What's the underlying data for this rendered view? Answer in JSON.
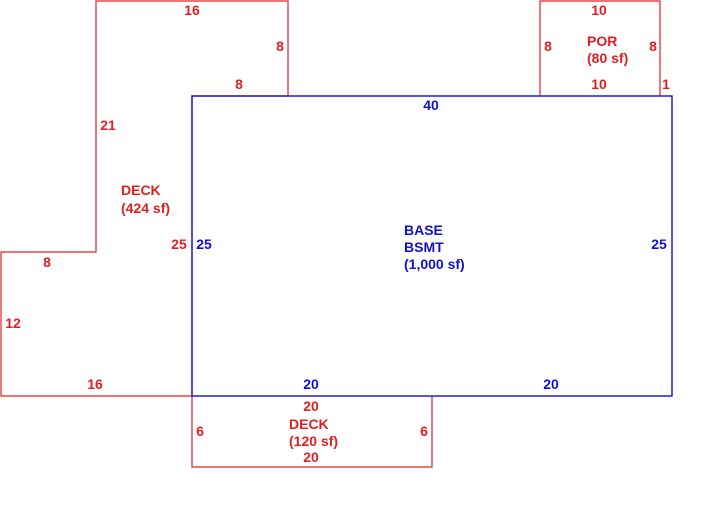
{
  "colors": {
    "red": "#e02020",
    "blue": "#1010d0",
    "background": "#ffffff"
  },
  "areas": {
    "deck_left": {
      "name": "DECK",
      "area": "(424 sf)",
      "dims": {
        "top": "16",
        "right_upper": "8",
        "bottom_upper": "8",
        "left_upper": "21",
        "middle_right": "25",
        "step": "8",
        "left_lower": "12",
        "bottom": "16"
      }
    },
    "porch": {
      "name": "POR",
      "area": "(80 sf)",
      "dims": {
        "top": "10",
        "left": "8",
        "right": "8",
        "bottom": "10",
        "offset": "1"
      }
    },
    "base": {
      "line1": "BASE",
      "line2": "BSMT",
      "area": "(1,000 sf)",
      "dims": {
        "top": "40",
        "left": "25",
        "right": "25",
        "bottom_left": "20",
        "bottom_right": "20"
      }
    },
    "deck_bottom": {
      "name": "DECK",
      "area": "(120 sf)",
      "dims": {
        "top": "20",
        "left": "6",
        "right": "6",
        "bottom": "20"
      }
    }
  }
}
